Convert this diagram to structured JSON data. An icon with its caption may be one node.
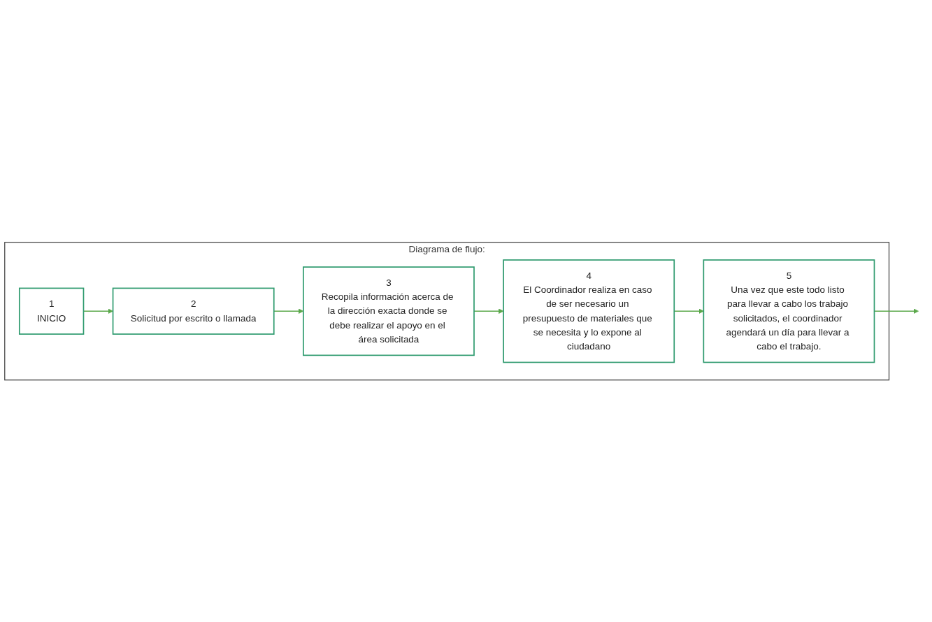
{
  "diagram": {
    "nodes": [
      {
        "text": [
          "Diagrama de flujo:"
        ]
      },
      {
        "text": [
          "1",
          "INICIO"
        ],
        "in": 0
      },
      {
        "text": [
          "2",
          "Solicitud por escrito o llamada"
        ],
        "in": 0
      },
      {
        "text": [
          "3",
          "Recopila información acerca de la dirección exacta donde se debe realizar el apoyo en el área solicitada"
        ],
        "in": 0
      },
      {
        "text": [
          "4",
          "El Coordinador realiza en caso de ser necesario un presupuesto de materiales que se necesita y lo expone al ciudadano"
        ],
        "in": 0
      },
      {
        "text": [
          "5",
          "Una vez que este todo listo para llevar a cabo los trabajo solicitados, el coordinador agendará un día para llevar a cabo el trabajo."
        ],
        "in": 0
      }
    ],
    "edges": [
      {
        "from": 1,
        "to": 2,
        "arrow": "to"
      },
      {
        "from": 2,
        "to": 3,
        "arrow": "to"
      },
      {
        "from": 3,
        "to": 4,
        "arrow": "to"
      },
      {
        "from": 4,
        "to": 5,
        "arrow": "to"
      },
      {
        "from": 5,
        "to": null,
        "arrow": "to"
      }
    ]
  }
}
